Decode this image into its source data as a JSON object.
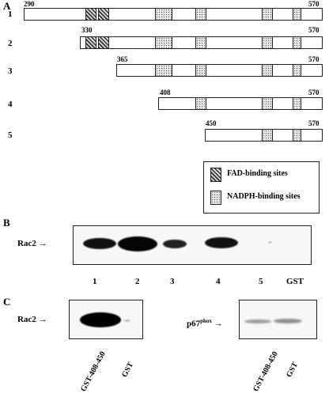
{
  "panels": {
    "a_label": "A",
    "b_label": "B",
    "c_label": "C"
  },
  "constructs": [
    {
      "num": "1",
      "start": "290",
      "end": "570"
    },
    {
      "num": "2",
      "start": "330",
      "end": "570"
    },
    {
      "num": "3",
      "start": "365",
      "end": "570"
    },
    {
      "num": "4",
      "start": "408",
      "end": "570"
    },
    {
      "num": "5",
      "start": "450",
      "end": "570"
    }
  ],
  "legend": {
    "fad": "FAD-binding sites",
    "nadph": "NADPH-binding sites"
  },
  "panel_b": {
    "protein": "Rac2 →",
    "lanes": [
      "1",
      "2",
      "3",
      "4",
      "5",
      "GST"
    ]
  },
  "panel_c": {
    "left_protein": "Rac2 →",
    "right_protein_main": "p67",
    "right_protein_sup": "phox",
    "right_arrow": "→",
    "left_lanes": [
      "GST-408-450",
      "GST"
    ],
    "right_lanes": [
      "GST-408-450",
      "GST"
    ]
  },
  "colors": {
    "band": "#111111",
    "faint_band": "#b0b0b0"
  }
}
